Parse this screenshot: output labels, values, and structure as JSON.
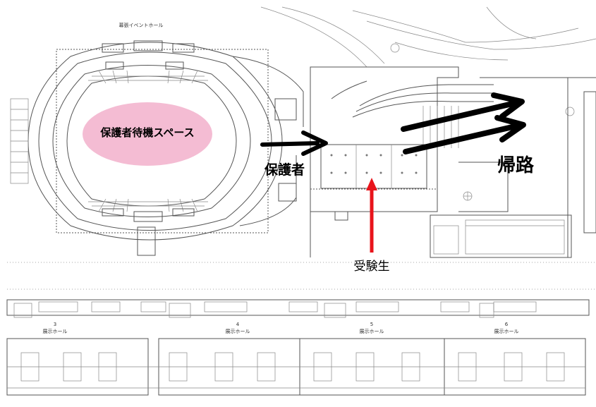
{
  "labels": {
    "arena_name": "幕張イベントホール",
    "waiting_space": "保護者待機スペース",
    "guardians": "保護者",
    "return_route": "帰路",
    "examinees": "受験生"
  },
  "halls": [
    {
      "number": "3",
      "name": "展示ホール"
    },
    {
      "number": "4",
      "name": "展示ホール"
    },
    {
      "number": "5",
      "name": "展示ホール"
    },
    {
      "number": "6",
      "name": "展示ホール"
    }
  ],
  "colors": {
    "waiting_space_fill": "#f4bcd3",
    "examinee_arrow": "#e8141b",
    "guardian_arrow": "#000000",
    "linework": "#555555"
  },
  "icons": {
    "guardian_arrow": "arrow-right-icon",
    "examinee_arrow": "arrow-up-icon",
    "return_arrows": "double-arrow-right-icon"
  }
}
